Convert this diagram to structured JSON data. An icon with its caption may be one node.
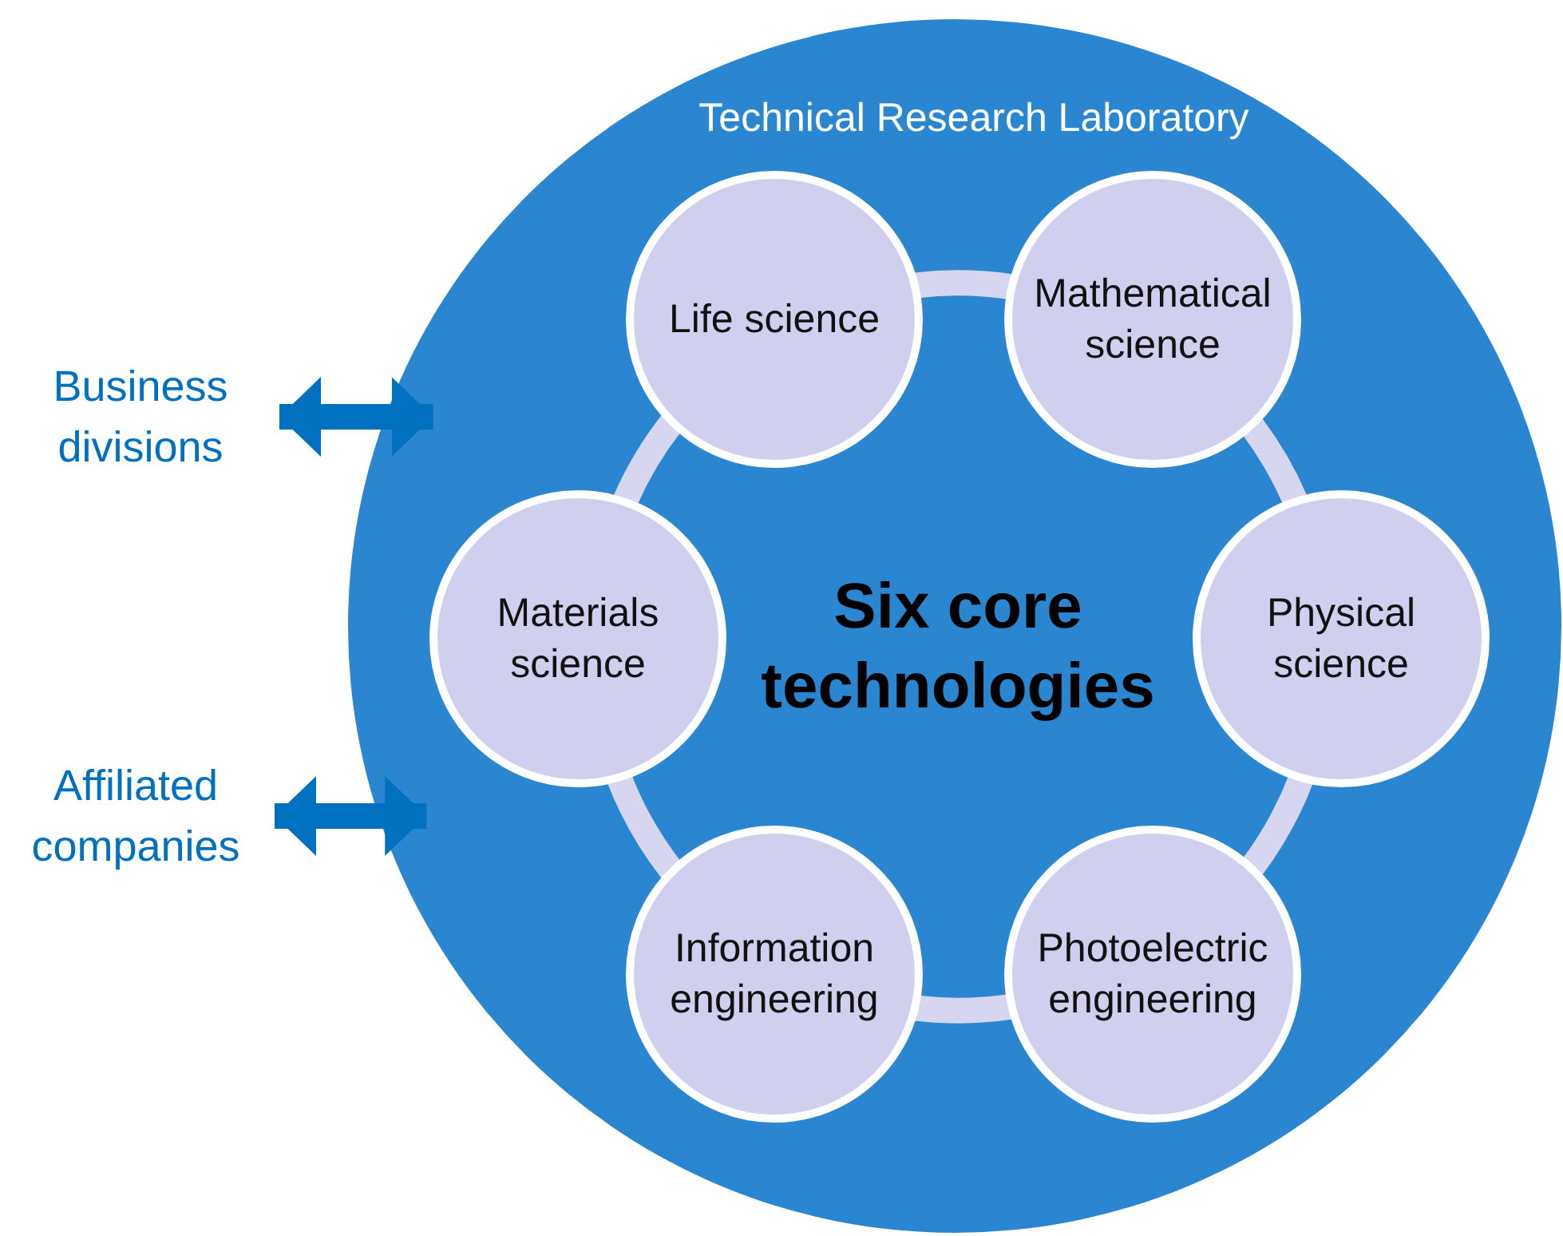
{
  "diagram": {
    "nodes": [
      {
        "text": [
          "Technical Research Laboratory"
        ]
      },
      {
        "text": [
          "Six core technologies"
        ],
        "in": 0
      },
      {
        "text": [
          "Life science"
        ],
        "in": 0
      },
      {
        "text": [
          "Mathematical science"
        ],
        "in": 0
      },
      {
        "text": [
          "Materials science"
        ],
        "in": 0
      },
      {
        "text": [
          "Physical science"
        ],
        "in": 0
      },
      {
        "text": [
          "Information engineering"
        ],
        "in": 0
      },
      {
        "text": [
          "Photoelectric engineering"
        ],
        "in": 0
      },
      {
        "text": [
          "Business divisions"
        ]
      },
      {
        "text": [
          "Affiliated companies"
        ]
      }
    ],
    "edges": [
      {
        "from": 8,
        "to": 0,
        "arrow": "both",
        "color": "#0070c0"
      },
      {
        "from": 9,
        "to": 0,
        "arrow": "both",
        "color": "#0070c0"
      },
      {
        "from": 2,
        "to": 3,
        "arrow": "none"
      },
      {
        "from": 3,
        "to": 5,
        "arrow": "none"
      },
      {
        "from": 5,
        "to": 7,
        "arrow": "none"
      },
      {
        "from": 7,
        "to": 6,
        "arrow": "none"
      },
      {
        "from": 6,
        "to": 4,
        "arrow": "none"
      },
      {
        "from": 4,
        "to": 2,
        "arrow": "none"
      }
    ]
  }
}
